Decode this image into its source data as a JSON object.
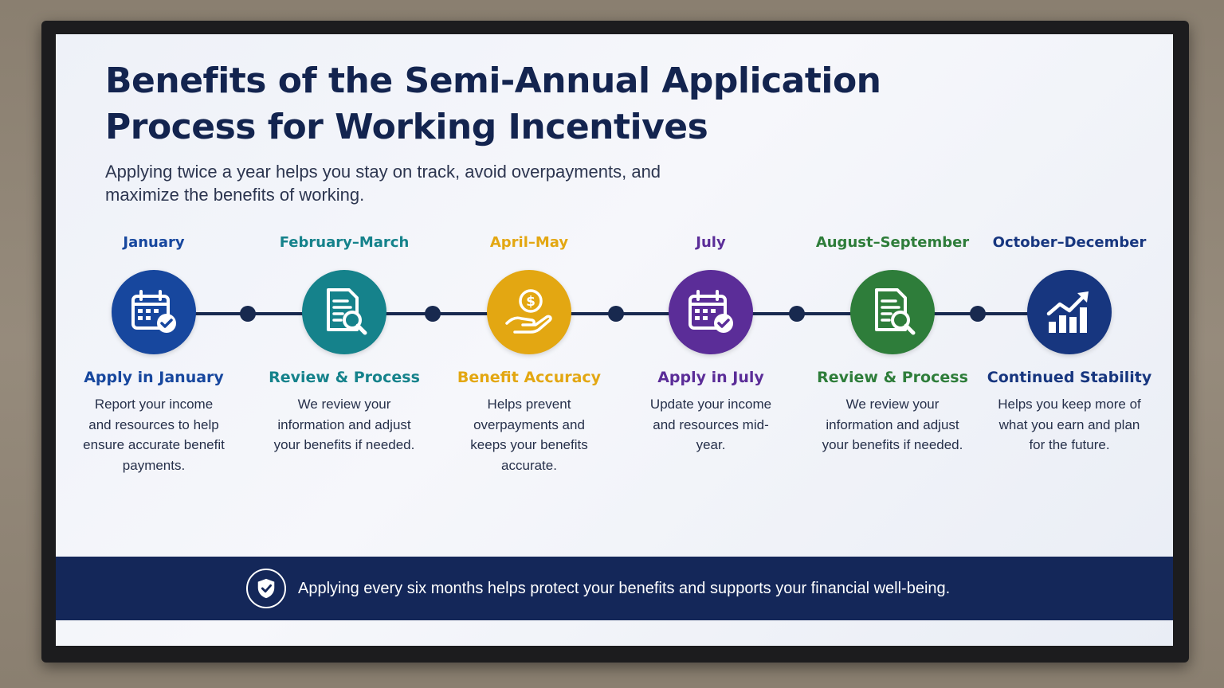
{
  "title": "Benefits of the Semi-Annual Application Process for Working Incentives",
  "subtitle": "Applying twice a year helps you stay on track, avoid overpayments, and maximize the benefits of working.",
  "steps": [
    {
      "period": "January",
      "icon": "calendar-check-icon",
      "color": "#17479e",
      "title": "Apply in January",
      "description": "Report your income and resources to help ensure accurate benefit payments."
    },
    {
      "period": "February–March",
      "icon": "document-search-icon",
      "color": "#15828b",
      "title": "Review & Process",
      "description": "We review your information and adjust your benefits if needed."
    },
    {
      "period": "April–May",
      "icon": "hand-dollar-icon",
      "color": "#e3a712",
      "title": "Benefit Accuracy",
      "description": "Helps prevent overpayments and keeps your benefits accurate."
    },
    {
      "period": "July",
      "icon": "calendar-check-icon",
      "color": "#5b2d98",
      "title": "Apply in July",
      "description": "Update your income and resources mid-year."
    },
    {
      "period": "August–September",
      "icon": "document-search-icon",
      "color": "#2e7d3a",
      "title": "Review & Process",
      "description": "We review your information and adjust your benefits if needed."
    },
    {
      "period": "October–December",
      "icon": "growth-chart-icon",
      "color": "#17367f",
      "title": "Continued Stability",
      "description": "Helps you keep more of what you earn and plan for the future."
    }
  ],
  "banner": {
    "icon": "shield-check-icon",
    "text": "Applying every six months helps protect your benefits and supports your financial well-being."
  }
}
